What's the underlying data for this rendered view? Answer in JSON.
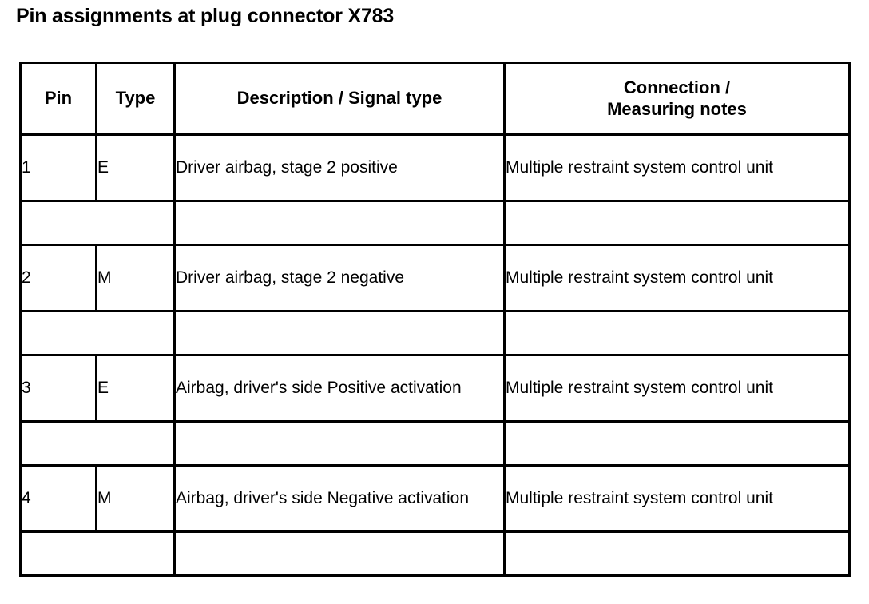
{
  "document": {
    "title": "Pin assignments at plug connector X783"
  },
  "table": {
    "headers": {
      "pin": "Pin",
      "type": "Type",
      "description": "Description / Signal type",
      "connection_line1": "Connection /",
      "connection_line2": "Measuring notes"
    },
    "rows": [
      {
        "pin": "1",
        "type": "E",
        "description": "Driver airbag, stage 2 positive",
        "connection": "Multiple restraint system control unit"
      },
      {
        "pin": "2",
        "type": "M",
        "description": "Driver airbag, stage 2 negative",
        "connection": "Multiple restraint system control unit"
      },
      {
        "pin": "3",
        "type": "E",
        "description": "Airbag, driver's side Positive activation",
        "connection": "Multiple restraint system control unit"
      },
      {
        "pin": "4",
        "type": "M",
        "description": "Airbag, driver's side Negative activation",
        "connection": "Multiple restraint system control unit"
      }
    ],
    "spacer_rows": [
      {
        "pin_type": "",
        "description": "",
        "connection": ""
      },
      {
        "pin_type": "",
        "description": "",
        "connection": ""
      },
      {
        "pin_type": "",
        "description": "",
        "connection": ""
      },
      {
        "pin_type": "",
        "description": "",
        "connection": ""
      }
    ]
  },
  "colors": {
    "border": "#000000",
    "background": "#ffffff",
    "text": "#000000"
  }
}
